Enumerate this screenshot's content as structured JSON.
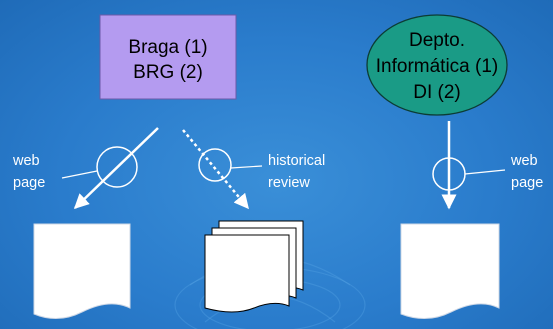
{
  "colors": {
    "background": "#2a7ccc",
    "box_fill": "#b49bf0",
    "ellipse_fill": "#1a9b86",
    "line": "#ffffff",
    "document": "#ffffff",
    "text_dark": "#000000",
    "text_light": "#ffffff"
  },
  "nodes": {
    "braga": {
      "line1": "Braga (1)",
      "line2": "BRG (2)"
    },
    "depto": {
      "line1": "Depto.",
      "line2": "Informática (1)",
      "line3": "DI (2)"
    }
  },
  "labels": {
    "left_web_page_line1": "web",
    "left_web_page_line2": "page",
    "historical_line1": "historical",
    "historical_line2": "review",
    "right_web_page_line1": "web",
    "right_web_page_line2": "page"
  },
  "documents": [
    {
      "name": "single-document",
      "count": 1
    },
    {
      "name": "document-stack",
      "count": 3
    },
    {
      "name": "single-document",
      "count": 1
    }
  ]
}
